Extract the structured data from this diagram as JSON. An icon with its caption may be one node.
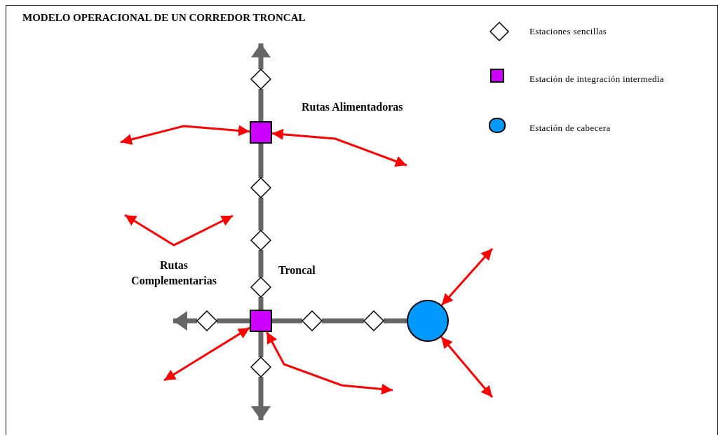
{
  "diagram": {
    "title": "MODELO OPERACIONAL DE UN CORREDOR TRONCAL",
    "nodes": [
      {
        "text": [],
        "shape": "diamond"
      },
      {
        "text": [],
        "shape": "box"
      },
      {
        "text": [],
        "shape": "diamond"
      },
      {
        "text": [],
        "shape": "diamond"
      },
      {
        "text": [],
        "shape": "diamond"
      },
      {
        "text": [],
        "shape": "diamond"
      },
      {
        "text": [],
        "shape": "box"
      },
      {
        "text": [],
        "shape": "diamond"
      },
      {
        "text": [],
        "shape": "diamond"
      },
      {
        "text": [],
        "shape": "circle"
      },
      {
        "text": [],
        "shape": "diamond"
      }
    ],
    "edges": [
      {
        "from": 0,
        "to": null,
        "arrow": "to"
      },
      {
        "from": 0,
        "to": 1,
        "arrow": "none"
      },
      {
        "from": 1,
        "to": 2,
        "arrow": "none"
      },
      {
        "from": 2,
        "to": 3,
        "arrow": "none"
      },
      {
        "from": 3,
        "to": 4,
        "arrow": "none"
      },
      {
        "from": 4,
        "to": 6,
        "arrow": "none"
      },
      {
        "from": 6,
        "to": 10,
        "arrow": "none"
      },
      {
        "from": 10,
        "to": null,
        "arrow": "to"
      },
      {
        "from": 6,
        "to": 5,
        "arrow": "none"
      },
      {
        "from": 5,
        "to": null,
        "arrow": "to"
      },
      {
        "from": 6,
        "to": 7,
        "arrow": "none"
      },
      {
        "from": 7,
        "to": 8,
        "arrow": "none"
      },
      {
        "from": 8,
        "to": 9,
        "arrow": "none"
      },
      {
        "from": 1,
        "to": null,
        "arrow": "both",
        "color": "#ff0000"
      },
      {
        "from": 1,
        "to": null,
        "arrow": "both",
        "color": "#ff0000"
      },
      {
        "from": 6,
        "to": null,
        "arrow": "both",
        "color": "#ff0000"
      },
      {
        "from": 6,
        "to": null,
        "arrow": "both",
        "color": "#ff0000"
      },
      {
        "from": 9,
        "to": null,
        "arrow": "both",
        "color": "#ff0000"
      },
      {
        "from": 9,
        "to": null,
        "arrow": "both",
        "color": "#ff0000"
      }
    ],
    "labels": [
      "Rutas Alimentadoras",
      "Troncal",
      "Rutas Complementarias"
    ],
    "legend": [
      {
        "text": "Estaciones sencillas"
      },
      {
        "text": "Estación de integración intermedia"
      },
      {
        "text": "Estación de cabecera"
      }
    ]
  }
}
